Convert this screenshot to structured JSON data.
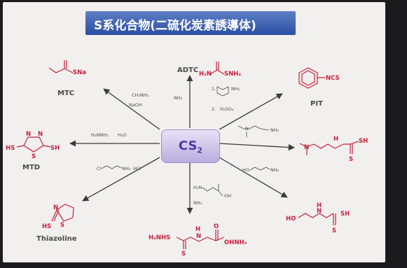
{
  "slide": {
    "title": "S系化合物(二硫化炭素誘導体)",
    "center": {
      "formula_main": "CS",
      "formula_sub": "2"
    }
  },
  "molecules": {
    "mtc": {
      "name": "MTC",
      "group": "SNa"
    },
    "adtc": {
      "name": "ADTC",
      "group_left": "H₂N",
      "group_right": "SNH₄"
    },
    "pit": {
      "name": "PIT",
      "group": "NCS"
    },
    "mtd": {
      "name": "MTD",
      "sh_left": "HS",
      "sh_right": "SH",
      "atom_n1": "N",
      "atom_n2": "N",
      "atom_s": "S"
    },
    "dimethylaminoethyl": {
      "sh": "SH",
      "s": "S",
      "nh": "H",
      "n": "N"
    },
    "thiazoline": {
      "name": "Thiazoline",
      "hs": "HS",
      "n": "N",
      "s": "S"
    },
    "glycine_dtc": {
      "left": "H₃NHS",
      "right": "OHNH₃",
      "s": "S",
      "o": "O",
      "h": "H",
      "n": "N"
    },
    "hydroxyethyl": {
      "ho": "HO",
      "sh": "SH",
      "s": "S",
      "h": "H",
      "n": "N"
    }
  },
  "reagents": {
    "mtc_1": "CH₃NH₂",
    "mtc_2": "NaOH",
    "adtc_1": "NH₃",
    "pit_1": "1.",
    "pit_2": "NH₂",
    "pit_3": "2.",
    "pit_4": "H₂SO₄",
    "mtd_1": "H₂NNH₂",
    "mtd_2": "H₂O",
    "thz_1": "Cl",
    "thz_2": "NH₂",
    "thz_3": "HCl",
    "gly_1": "H₂N",
    "gly_2": "OH",
    "gly_3": "NH₃",
    "dm_1": "N",
    "dm_2": "NH₂",
    "he_1": "HO",
    "he_2": "NH₂"
  },
  "colors": {
    "molecule": "#c81e3c",
    "arrow": "#3a3a3a",
    "label": "#4a4a4a"
  }
}
